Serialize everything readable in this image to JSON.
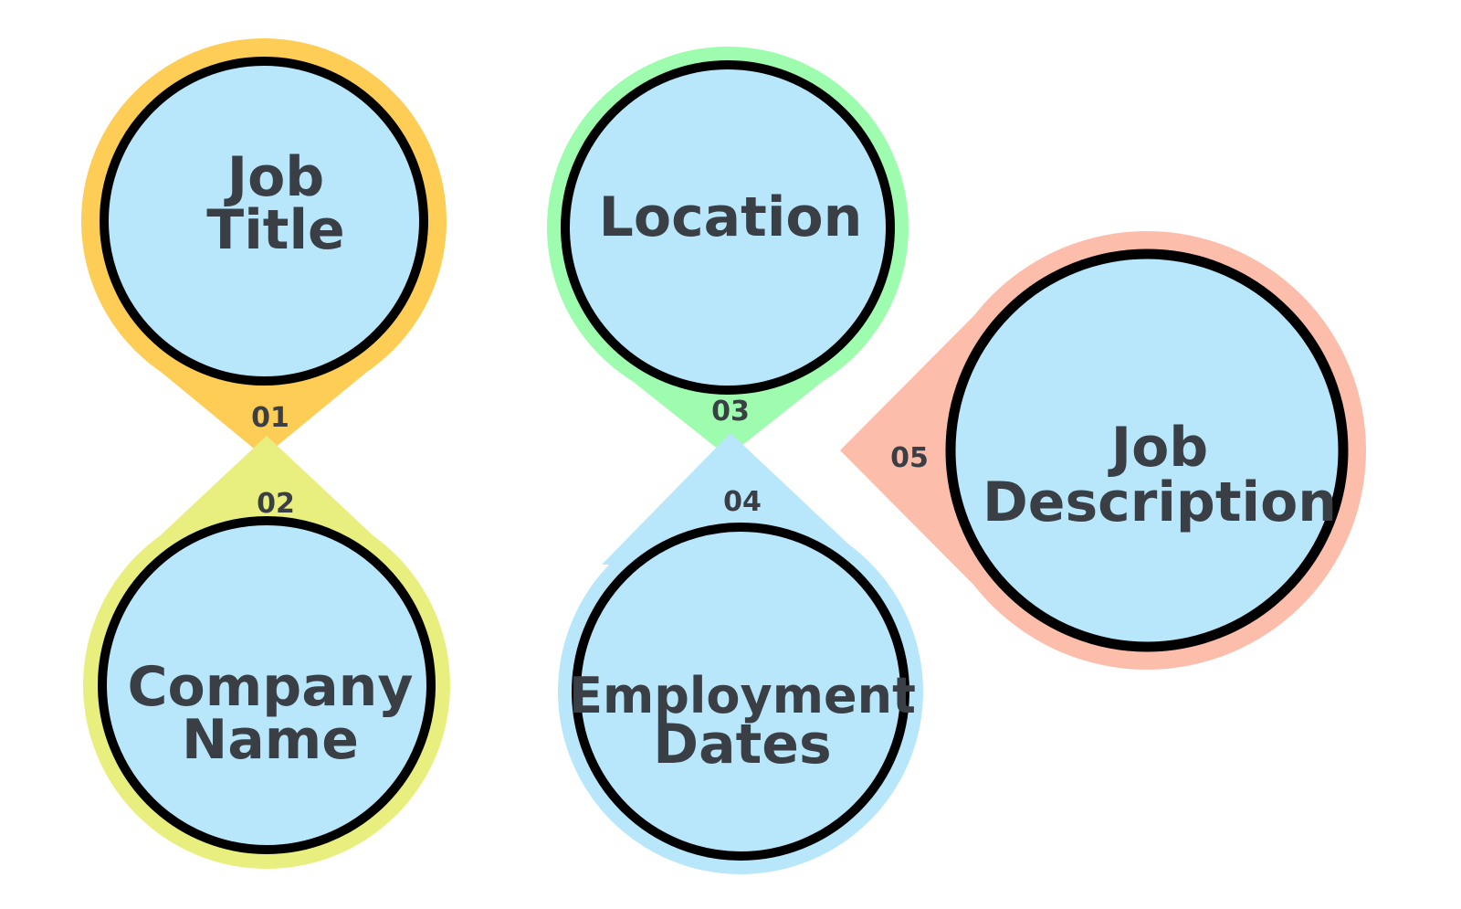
{
  "colors": {
    "circle_fill": "#b8e6fb",
    "outline": "#000000",
    "text": "#3a3f45",
    "background": "#ffffff"
  },
  "items": [
    {
      "number": "01",
      "lines": [
        "Job",
        "Title"
      ],
      "color": "#fdcd55"
    },
    {
      "number": "02",
      "lines": [
        "Company",
        "Name"
      ],
      "color": "#e9ef7e"
    },
    {
      "number": "03",
      "lines": [
        "Location"
      ],
      "color": "#9efcae"
    },
    {
      "number": "04",
      "lines": [
        "Employment",
        "Dates"
      ],
      "color": "#b8e6fb"
    },
    {
      "number": "05",
      "lines": [
        "Job",
        "Description"
      ],
      "color": "#fcbdab"
    }
  ]
}
